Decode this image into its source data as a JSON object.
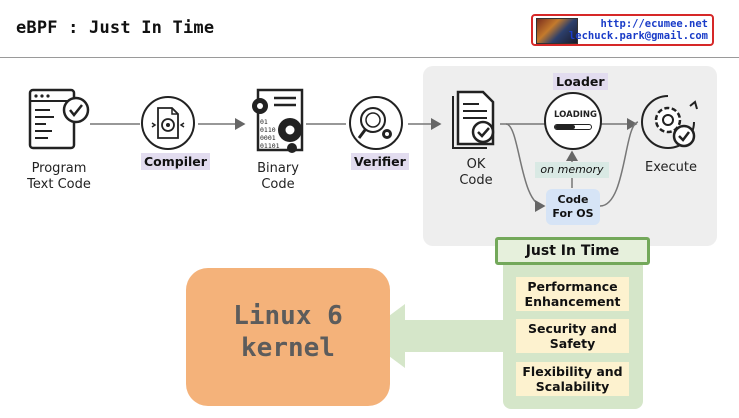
{
  "header": {
    "title": "eBPF : Just In Time",
    "badge": {
      "url": "http://ecumee.net",
      "email": "lechuck.park@gmail.com"
    }
  },
  "pipeline": {
    "program": {
      "label_line1": "Program",
      "label_line2": "Text Code",
      "icon": "code-document-check-icon"
    },
    "compiler": {
      "label": "Compiler",
      "icon": "compile-gear-icon"
    },
    "binary": {
      "label_line1": "Binary",
      "label_line2": "Code",
      "icon": "binary-gears-icon",
      "bits": [
        "01",
        "0110",
        "0001",
        "01101"
      ]
    },
    "verifier": {
      "label": "Verifier",
      "icon": "magnifier-verify-icon"
    },
    "ok_code": {
      "label_line1": "OK",
      "label_line2": "Code",
      "icon": "document-check-icon"
    },
    "loader": {
      "title": "Loader",
      "loading_text": "LOADING",
      "on_memory": "on memory",
      "code_for_os_line1": "Code",
      "code_for_os_line2": "For OS"
    },
    "execute": {
      "label": "Execute",
      "icon": "gear-check-icon"
    }
  },
  "jit": {
    "title": "Just In Time",
    "items": [
      {
        "line1": "Performance",
        "line2": "Enhancement"
      },
      {
        "line1": "Security and",
        "line2": "Safety"
      },
      {
        "line1": "Flexibility and",
        "line2": "Scalability"
      }
    ]
  },
  "kernel": {
    "line1": "Linux 6",
    "line2": "kernel"
  },
  "colors": {
    "loader_panel": "#eeeeee",
    "tag_highlight": "#e2dcef",
    "jit_panel": "#d5e6c9",
    "jit_border": "#73a85a",
    "jit_item": "#fdf2cf",
    "kernel_box": "#f4b27a",
    "badge_border": "#d62828",
    "badge_text": "#1a3cc8"
  }
}
